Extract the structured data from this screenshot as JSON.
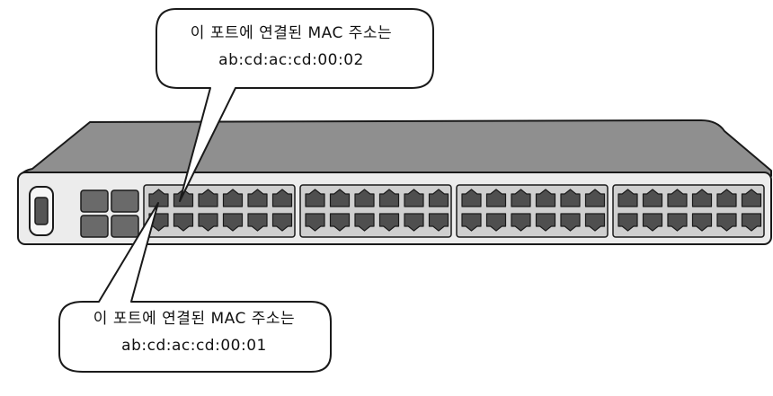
{
  "callouts": {
    "top": {
      "line1": "이 포트에 연결된 MAC 주소는",
      "line2": "ab:cd:ac:cd:00:02"
    },
    "bottom": {
      "line1": "이 포트에 연결된 MAC 주소는",
      "line2": "ab:cd:ac:cd:00:01"
    }
  },
  "switch": {
    "port_groups": 4,
    "ports_per_row": 6,
    "rows": 2,
    "uplink_ports": 4,
    "has_console_port": true
  },
  "colors": {
    "outline": "#1a1a1a",
    "top_panel": "#8f8f8f",
    "front_panel": "#ececec",
    "port_block": "#cfcfcf",
    "port": "#4f4f4f",
    "uplink": "#6a6a6a",
    "callout_fill": "#ffffff"
  }
}
